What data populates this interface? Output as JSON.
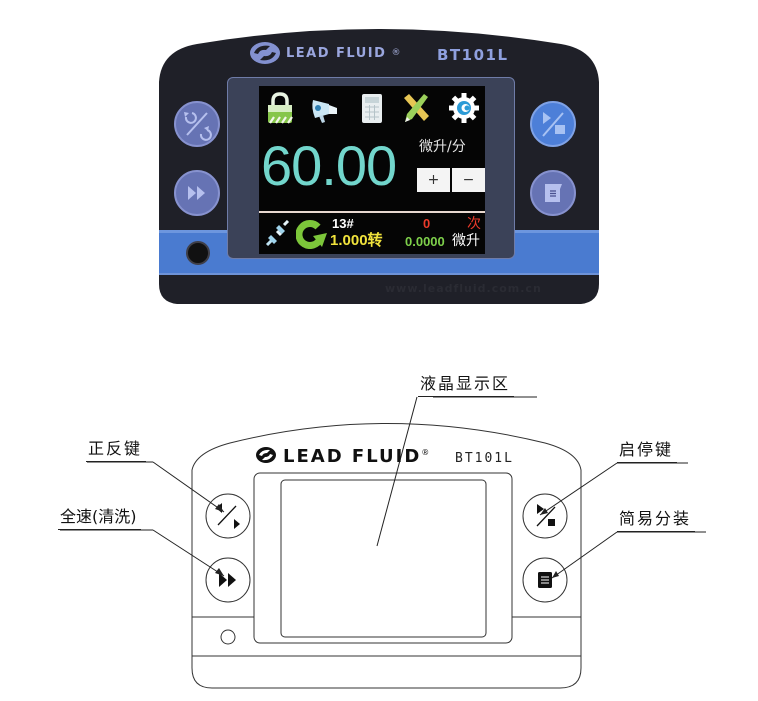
{
  "device_photo": {
    "brand": "LEAD FLUID",
    "registered_mark": "®",
    "model": "BT101L",
    "website": "www.leadfluid.com.cn",
    "lcd": {
      "top_icons": [
        {
          "name": "lock-icon",
          "color": "#7cc242"
        },
        {
          "name": "megaphone-icon",
          "color": "#bfe3f5"
        },
        {
          "name": "calculator-icon",
          "color": "#e8eef2"
        },
        {
          "name": "pencil-ruler-icon",
          "color": "#e3c14a"
        },
        {
          "name": "gear-icon",
          "color": "#ffffff"
        }
      ],
      "flow_rate_value": "60.00",
      "flow_rate_unit": "微升/分",
      "plus_label": "+",
      "minus_label": "−",
      "bottom": {
        "tube_label": "13#",
        "rotation_value": "1.000转",
        "count_value": "0",
        "count_unit": "次",
        "volume_value": "0.0000",
        "volume_unit": "微升"
      }
    },
    "colors": {
      "body": "#1e1f26",
      "blue_band": "#4a7bd0",
      "lcd_speed": "#72d6cc",
      "yellow_text": "#f1e33c",
      "green_text": "#7ed04b",
      "red_text": "#ec3a2a",
      "button_purple": "#6b76b8",
      "button_blue": "#4d7fd8"
    }
  },
  "diagram": {
    "brand": "LEAD FLUID",
    "registered_mark": "®",
    "model": "BT101L",
    "callouts": {
      "lcd_area": "液晶显示区",
      "direction_key": "正反键",
      "full_speed_clean": "全速(清洗)",
      "start_stop_key": "启停键",
      "simple_dispense": "简易分装"
    }
  }
}
